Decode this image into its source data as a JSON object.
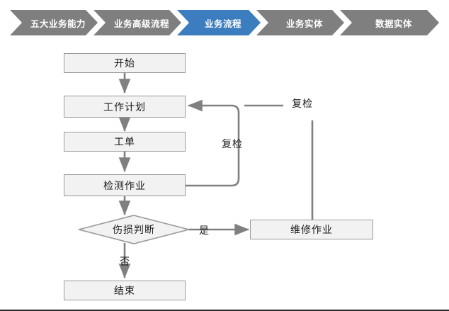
{
  "breadcrumb": {
    "items": [
      {
        "label": "五大业务能力",
        "state": "inactive",
        "color": "#7f7f7f"
      },
      {
        "label": "业务高级流程",
        "state": "inactive",
        "color": "#7f7f7f"
      },
      {
        "label": "业务流程",
        "state": "active",
        "color": "#3c7dbf"
      },
      {
        "label": "业务实体",
        "state": "inactive",
        "color": "#7f7f7f"
      },
      {
        "label": "数据实体",
        "state": "inactive",
        "color": "#7f7f7f"
      }
    ]
  },
  "flowchart": {
    "type": "flowchart",
    "node_fill": "#f2f2f2",
    "node_border": "#9a9a9a",
    "connector_color": "#808080",
    "nodes": [
      {
        "id": "start",
        "label": "开始",
        "shape": "rect"
      },
      {
        "id": "workplan",
        "label": "工作计划",
        "shape": "rect"
      },
      {
        "id": "workorder",
        "label": "工单",
        "shape": "rect"
      },
      {
        "id": "inspection",
        "label": "检测作业",
        "shape": "rect"
      },
      {
        "id": "decision",
        "label": "伤损判断",
        "shape": "diamond"
      },
      {
        "id": "repair",
        "label": "维修作业",
        "shape": "rect"
      },
      {
        "id": "end",
        "label": "结束",
        "shape": "rect"
      }
    ],
    "edge_labels": [
      {
        "id": "recheck-inspection",
        "label": "复检"
      },
      {
        "id": "recheck-repair",
        "label": "复检"
      },
      {
        "id": "yes",
        "label": "是"
      },
      {
        "id": "no",
        "label": "否"
      }
    ]
  }
}
